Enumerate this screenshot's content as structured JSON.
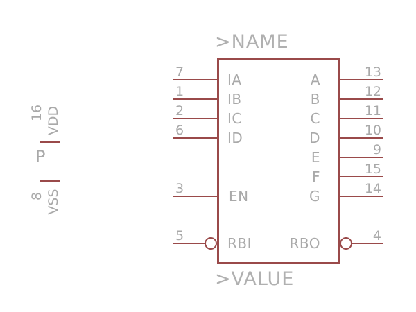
{
  "colors": {
    "outline": "#9a4a4a",
    "text": "#a9a9a9"
  },
  "symbol": {
    "name_label": ">NAME",
    "value_label": ">VALUE"
  },
  "power_gate": {
    "label": "P",
    "pins": [
      {
        "number": "16",
        "name": "VDD"
      },
      {
        "number": "8",
        "name": "VSS"
      }
    ]
  },
  "main_gate": {
    "left_pins": [
      {
        "number": "7",
        "name": "IA"
      },
      {
        "number": "1",
        "name": "IB"
      },
      {
        "number": "2",
        "name": "IC"
      },
      {
        "number": "6",
        "name": "ID"
      },
      {
        "number": "3",
        "name": "EN"
      },
      {
        "number": "5",
        "name": "RBI",
        "inverted": true
      }
    ],
    "right_pins": [
      {
        "number": "13",
        "name": "A"
      },
      {
        "number": "12",
        "name": "B"
      },
      {
        "number": "11",
        "name": "C"
      },
      {
        "number": "10",
        "name": "D"
      },
      {
        "number": "9",
        "name": "E"
      },
      {
        "number": "15",
        "name": "F"
      },
      {
        "number": "14",
        "name": "G"
      },
      {
        "number": "4",
        "name": "RBO",
        "inverted": true
      }
    ]
  }
}
